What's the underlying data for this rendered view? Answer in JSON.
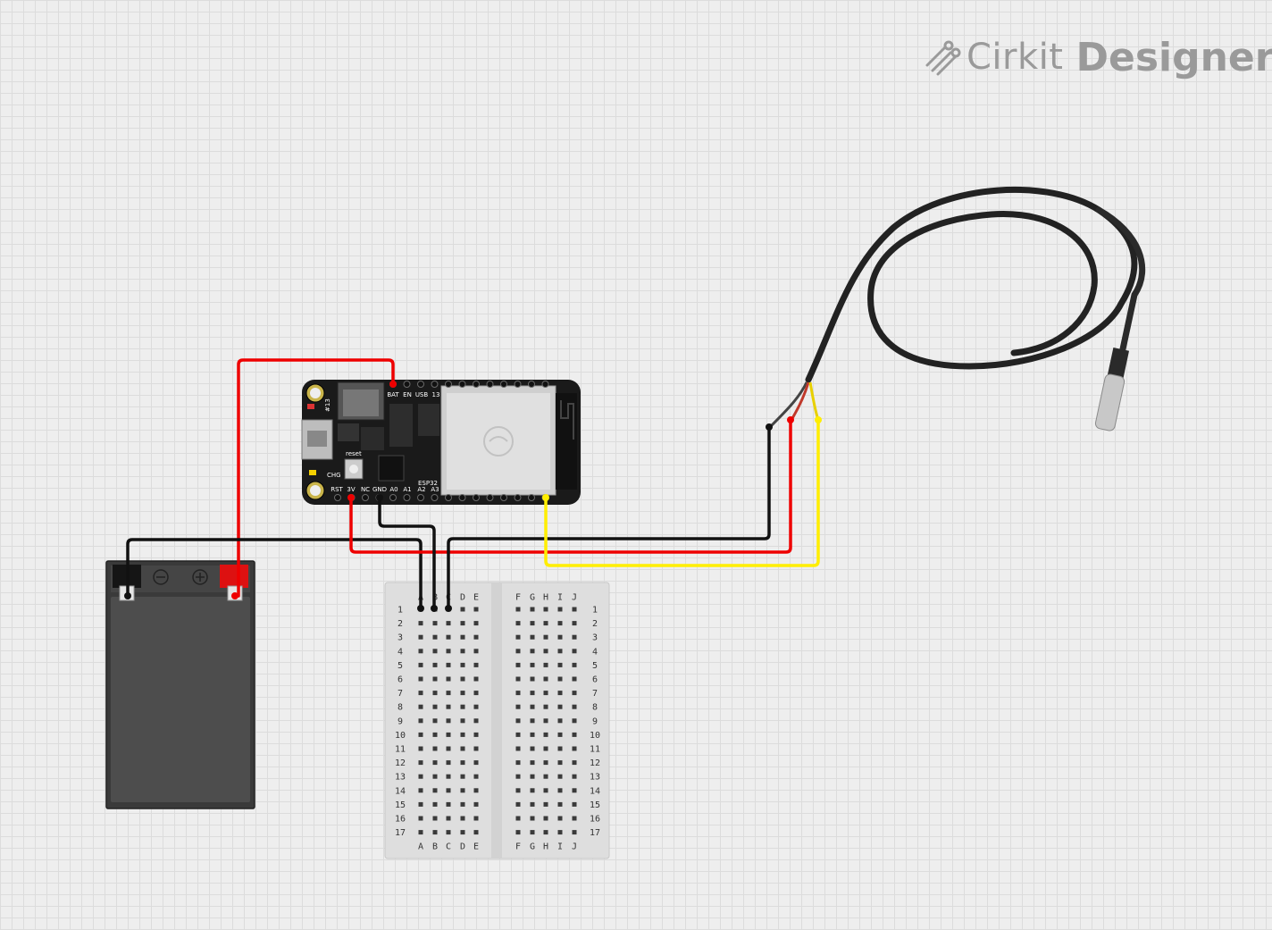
{
  "app": {
    "logo_word1": "Cirkit",
    "logo_word2": "Designer",
    "logo_color": "#9a9a9a"
  },
  "colors": {
    "grid_background": "#eeeeee",
    "wire_red": "#ee0000",
    "wire_black": "#111111",
    "wire_yellow": "#ffee00",
    "board_pcb": "#1a1a1a",
    "battery_body": "#4a4a4a"
  },
  "components": {
    "board": {
      "name": "ESP32 Feather",
      "top_pins": [
        "BAT",
        "EN",
        "USB",
        "13"
      ],
      "bottom_pins": [
        "RST",
        "3V",
        "NC",
        "GND",
        "A0",
        "A1",
        "A2",
        "A3"
      ],
      "side_labels": [
        "#13",
        "CHG",
        "reset",
        "ESP32"
      ]
    },
    "battery": {
      "terminals": [
        "−",
        "+"
      ]
    },
    "breadboard": {
      "left_cols": [
        "A",
        "B",
        "C",
        "D",
        "E"
      ],
      "right_cols": [
        "F",
        "G",
        "H",
        "I",
        "J"
      ],
      "rows": [
        "1",
        "2",
        "3",
        "4",
        "5",
        "6",
        "7",
        "8",
        "9",
        "10",
        "11",
        "12",
        "13",
        "14",
        "15",
        "16",
        "17"
      ]
    },
    "sensor": {
      "name": "Temperature probe",
      "leads": [
        "black",
        "red",
        "yellow"
      ]
    }
  },
  "wires": [
    {
      "id": "bat-plus-to-board-bat",
      "color": "red"
    },
    {
      "id": "bat-minus-to-breadboard",
      "color": "black"
    },
    {
      "id": "board-3v-to-sensor-red",
      "color": "red"
    },
    {
      "id": "board-gnd-to-breadboard",
      "color": "black"
    },
    {
      "id": "board-io-to-sensor-yellow",
      "color": "yellow"
    },
    {
      "id": "breadboard-to-sensor-black",
      "color": "black"
    }
  ]
}
